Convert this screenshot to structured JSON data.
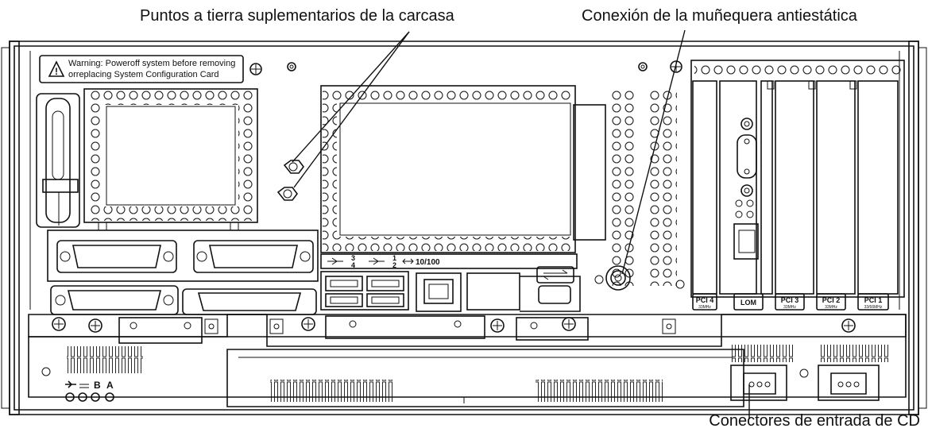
{
  "callouts": {
    "chassis_ground": "Puntos a tierra suplementarios de la carcasa",
    "wrist_strap": "Conexión de la muñequera antiestática",
    "dc_input": "Conectores de entrada de CD"
  },
  "panel_labels": {
    "warning_line1": "Warning: Poweroff system before removing",
    "warning_line2": "orreplacing System Configuration Card",
    "usb_port_a": "3",
    "usb_port_b": "4",
    "usb_port_c": "1",
    "usb_port_d": "2",
    "ethernet": "10/100",
    "pci4": "PCI 4",
    "pci4_speed": "33MHz",
    "lom": "LOM",
    "pci3": "PCI 3",
    "pci3_speed": "33MHz",
    "pci2": "PCI 2",
    "pci2_speed": "33MHz",
    "pci1": "PCI 1",
    "pci1_speed": "33/66MHz",
    "psu_b": "B",
    "psu_a": "A"
  }
}
